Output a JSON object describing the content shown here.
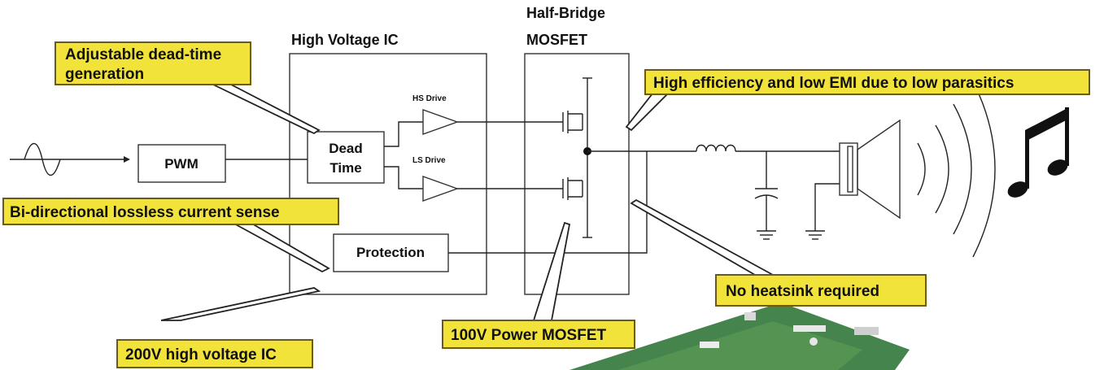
{
  "colors": {
    "callout_fill": "#f2e33a",
    "callout_border": "#6b5a10",
    "pcb_green": "#3c7d45"
  },
  "blocks": {
    "hv_ic": "High Voltage IC",
    "mosfet_title_line1": "Half-Bridge",
    "mosfet_title_line2": "MOSFET",
    "pwm": "PWM",
    "dead_time_line1": "Dead",
    "dead_time_line2": "Time",
    "protection": "Protection",
    "hs_drive": "HS Drive",
    "ls_drive": "LS Drive"
  },
  "callouts": {
    "dead_time_line1": "Adjustable dead-time",
    "dead_time_line2": "generation",
    "efficiency": "High efficiency and low EMI due to low parasitics",
    "current_sense": "Bi-directional lossless current sense",
    "heatsink": "No heatsink required",
    "power_mosfet": "100V Power MOSFET",
    "hv_ic_200v": "200V high voltage IC"
  },
  "icons": [
    "sine-wave-icon",
    "speaker-icon",
    "music-note-icon",
    "pcb-photo"
  ]
}
